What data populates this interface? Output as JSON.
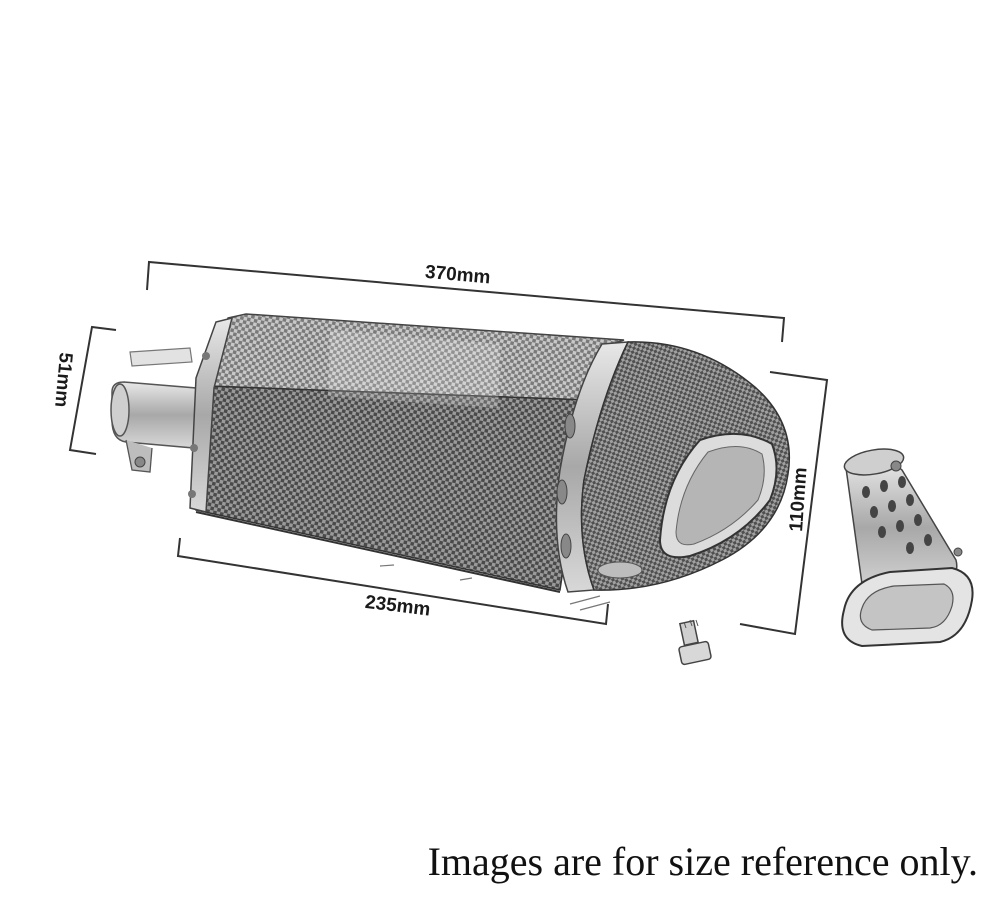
{
  "diagram": {
    "dimensions": {
      "overall_length": "370mm",
      "inlet_diameter": "51mm",
      "body_length": "235mm",
      "outlet_height": "110mm"
    },
    "caption": "Images are for size reference only."
  }
}
